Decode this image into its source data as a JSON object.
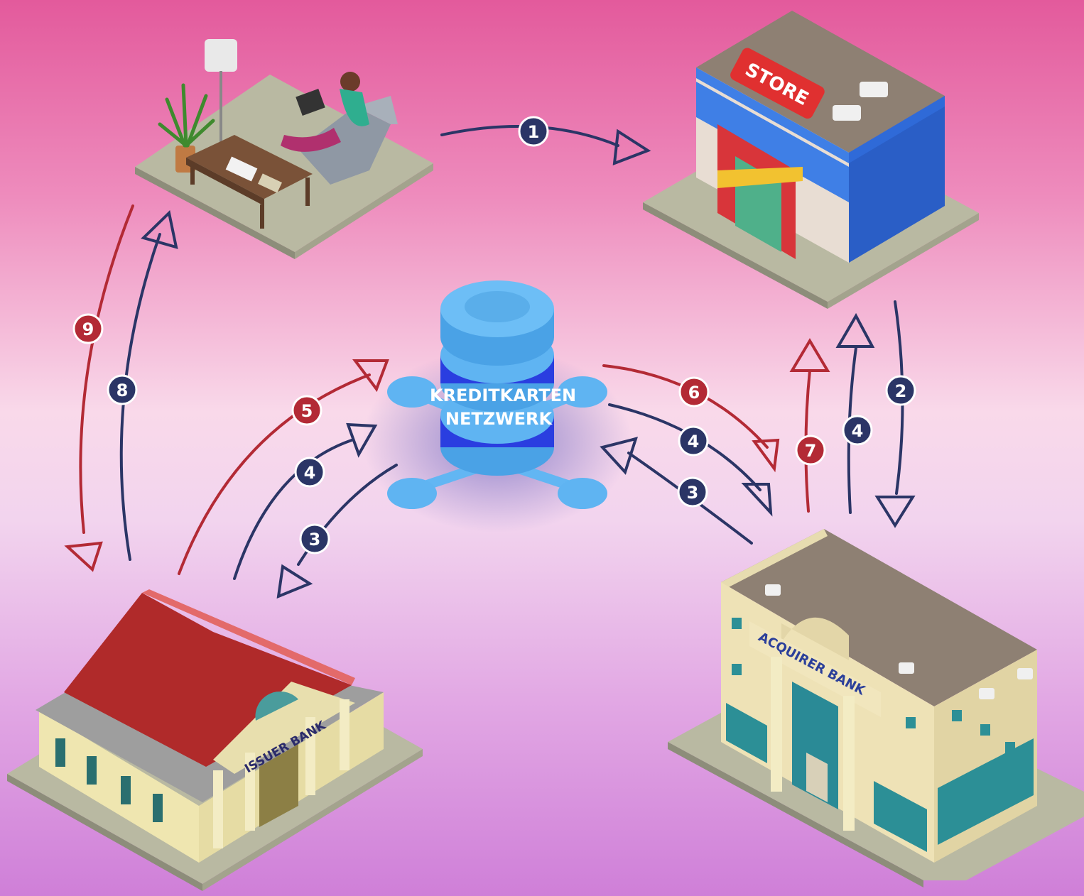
{
  "network": {
    "line1": "KREDITKARTEN",
    "line2": "NETZWERK"
  },
  "buildings": {
    "store_sign": "STORE",
    "acquirer_sign": "ACQUIRER BANK",
    "issuer_sign": "ISSUER BANK"
  },
  "steps": {
    "s1": "1",
    "s2": "2",
    "s3_right": "3",
    "s3_left": "3",
    "s4_far_right": "4",
    "s4_right": "4",
    "s4_left": "4",
    "s5": "5",
    "s6": "6",
    "s7": "7",
    "s8": "8",
    "s9": "9"
  },
  "colors": {
    "navy": "#2b3566",
    "red": "#b32a35",
    "network_blue": "#5fb4f2",
    "network_dark": "#2a3ee0"
  }
}
